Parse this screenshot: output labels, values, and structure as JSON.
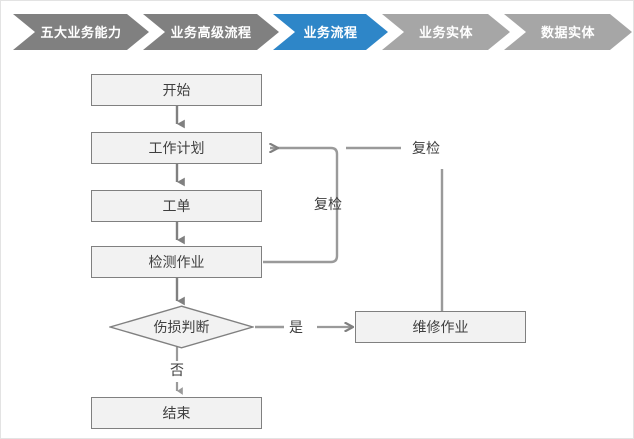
{
  "breadcrumb": {
    "active_color": "#2E86C8",
    "inactive_color": "#808080",
    "items": [
      {
        "label": "五大业务能力",
        "state": "inactive"
      },
      {
        "label": "业务高级流程",
        "state": "inactive"
      },
      {
        "label": "业务流程",
        "state": "active"
      },
      {
        "label": "业务实体",
        "state": "inactive"
      },
      {
        "label": "数据实体",
        "state": "inactive"
      }
    ]
  },
  "flowchart": {
    "node_fill": "#F2F2F2",
    "node_stroke": "#808080",
    "connector_color": "#808080",
    "text_color": "#3F3F3F",
    "nodes": [
      {
        "id": "start",
        "label": "开始",
        "shape": "rect"
      },
      {
        "id": "workplan",
        "label": "工作计划",
        "shape": "rect"
      },
      {
        "id": "workorder",
        "label": "工单",
        "shape": "rect"
      },
      {
        "id": "inspect",
        "label": "检测作业",
        "shape": "rect"
      },
      {
        "id": "decision",
        "label": "伤损判断",
        "shape": "diamond"
      },
      {
        "id": "repair",
        "label": "维修作业",
        "shape": "rect"
      },
      {
        "id": "end",
        "label": "结束",
        "shape": "rect"
      }
    ],
    "edge_labels": [
      {
        "id": "recheck-inner",
        "label": "复检"
      },
      {
        "id": "recheck-outer",
        "label": "复检"
      },
      {
        "id": "yes",
        "label": "是"
      },
      {
        "id": "no",
        "label": "否"
      }
    ]
  }
}
